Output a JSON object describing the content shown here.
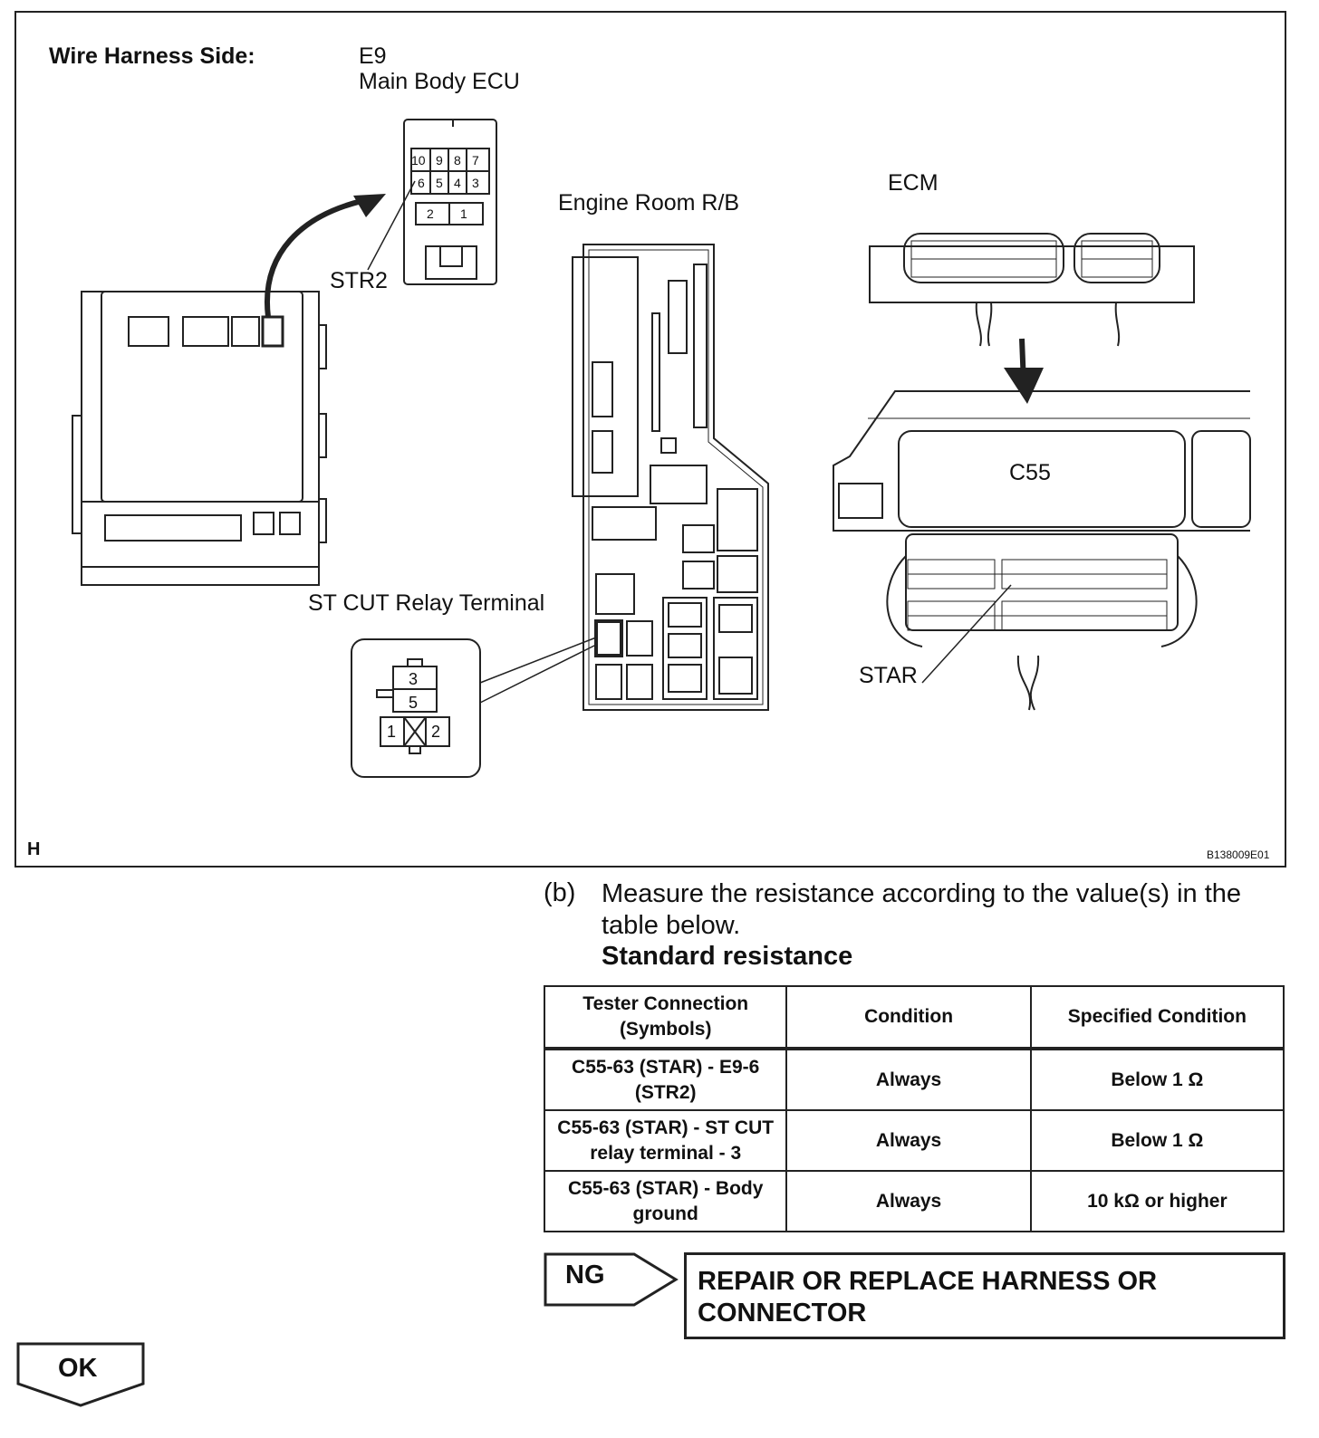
{
  "figure": {
    "heading": "Wire Harness Side:",
    "e9_code": "E9",
    "e9_name": "Main Body ECU",
    "str2_label": "STR2",
    "engine_room_label": "Engine Room R/B",
    "ecm_label": "ECM",
    "c55_label": "C55",
    "star_label": "STAR",
    "st_cut_label": "ST CUT Relay Terminal",
    "corner_letter": "H",
    "figure_code": "B138009E01",
    "e9_pins_top": [
      "10",
      "9",
      "8",
      "7"
    ],
    "e9_pins_mid": [
      "6",
      "5",
      "4",
      "3"
    ],
    "e9_pins_bottom": [
      "2",
      "1"
    ],
    "relay_pins": [
      "3",
      "5",
      "1",
      "2"
    ]
  },
  "step": {
    "letter": "(b)",
    "text": "Measure the resistance according to the value(s) in the table below.",
    "standard_title": "Standard resistance"
  },
  "table": {
    "headers": [
      "Tester Connection (Symbols)",
      "Condition",
      "Specified Condition"
    ],
    "rows": [
      [
        "C55-63 (STAR) - E9-6 (STR2)",
        "Always",
        "Below 1 Ω"
      ],
      [
        "C55-63 (STAR) - ST CUT relay terminal - 3",
        "Always",
        "Below 1 Ω"
      ],
      [
        "C55-63 (STAR) - Body ground",
        "Always",
        "10 kΩ or higher"
      ]
    ]
  },
  "result": {
    "ng_label": "NG",
    "ng_action": "REPAIR OR REPLACE HARNESS OR CONNECTOR",
    "ok_label": "OK"
  }
}
